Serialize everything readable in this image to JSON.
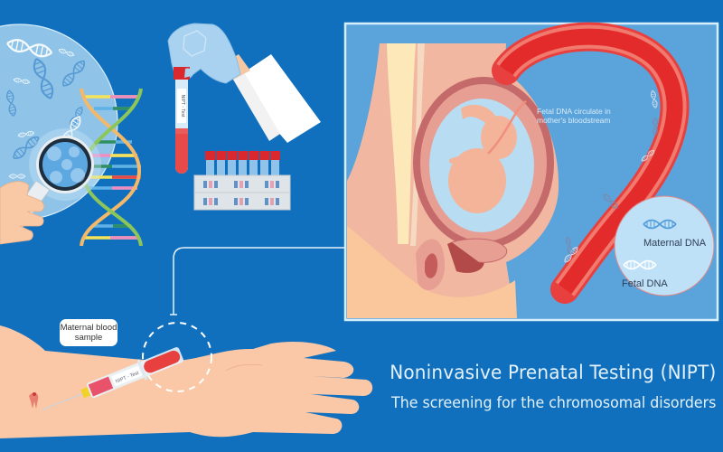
{
  "infographic": {
    "title": "Noninvasive Prenatal Testing (NIPT)",
    "subtitle": "The screening for the chromosomal disorders",
    "colors": {
      "background": "#1170BD",
      "panel_fill": "#5BA4DB",
      "panel_border": "#D6EEFB",
      "blood_red": "#E8403F",
      "skin": "#FAC8A6",
      "legend_bubble": "#BFE1F7",
      "title_text": "#E3F1FC"
    }
  },
  "panel": {
    "caption": "Fetal DNA circulate in mother's bloodstream",
    "legend": {
      "maternal_dna_label": "Maternal DNA",
      "fetal_dna_label": "Fetal DNA"
    }
  },
  "arm_scene": {
    "callout_label": "Maternal blood sample",
    "syringe_label": "NIPT - Test"
  },
  "lab_scene": {
    "test_tube_label": "NIPT - Test",
    "rack_tube_count": 7
  },
  "icons": [
    "dna-helix-icon",
    "magnifier-icon",
    "gloved-hand-icon",
    "test-tube-icon",
    "tube-rack-icon",
    "syringe-icon",
    "fetus-icon",
    "blood-vessel-icon"
  ]
}
